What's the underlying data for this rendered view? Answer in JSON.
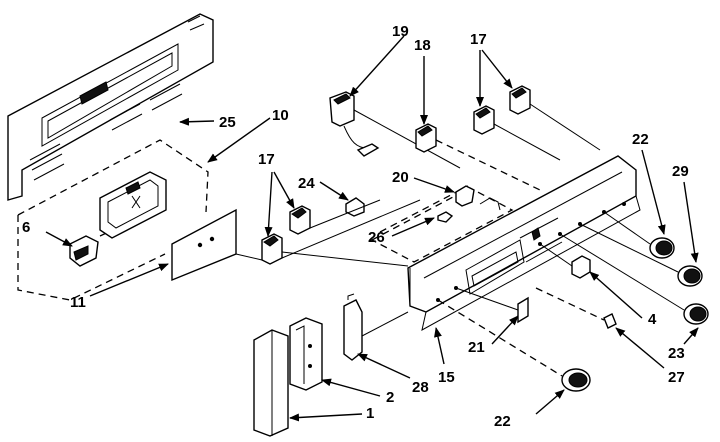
{
  "diagram": {
    "labels": {
      "p1": "1",
      "p2": "2",
      "p4": "4",
      "p6": "6",
      "p10": "10",
      "p11": "11",
      "p15": "15",
      "p17a": "17",
      "p17b": "17",
      "p18": "18",
      "p19": "19",
      "p20": "20",
      "p21": "21",
      "p22a": "22",
      "p22b": "22",
      "p23": "23",
      "p24": "24",
      "p25": "25",
      "p26": "26",
      "p27": "27",
      "p28": "28",
      "p29": "29"
    }
  }
}
